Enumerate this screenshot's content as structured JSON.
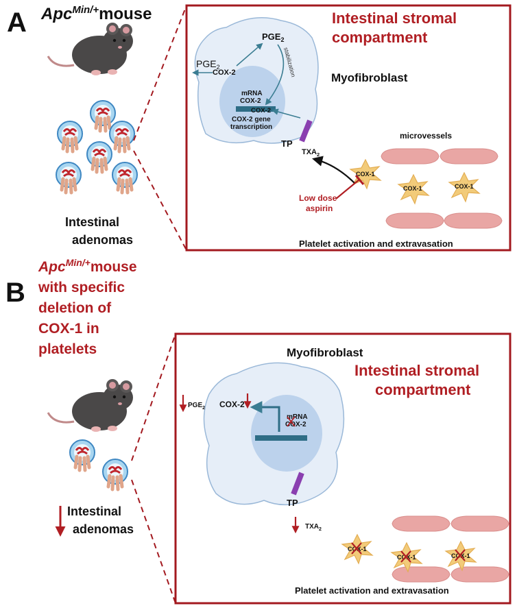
{
  "panel_a": {
    "letter": "A",
    "mouse_title_italic": "Apc",
    "mouse_title_sup": "Min/+",
    "mouse_title_rest": "mouse",
    "adenomas_label_line1": "Intestinal",
    "adenomas_label_line2": "adenomas",
    "compartment_title_line1": "Intestinal stromal",
    "compartment_title_line2": "compartment",
    "myofibroblast": "Myofibroblast",
    "pge2_top": "PGE",
    "pge2_top_sub": "2",
    "pge2_left": "PGE",
    "pge2_left_sub": "2",
    "cox2_protein": "COX-2",
    "stabilization": "stabilization",
    "mrna": "mRNA",
    "mrna_cox2": "COX-2",
    "cox2_on_gene": "COX-2",
    "gene_line1": "COX-2 gene",
    "gene_line2": "transcription",
    "tp": "TP",
    "txa2": "TXA",
    "txa2_sub": "2",
    "microvessels": "microvessels",
    "cox1_a": "COX-1",
    "cox1_b": "COX-1",
    "cox1_c": "COX-1",
    "aspirin_line1": "Low dose",
    "aspirin_line2": "aspirin",
    "caption": "Platelet activation and extravasation"
  },
  "panel_b": {
    "letter": "B",
    "title_italic": "Apc",
    "title_sup": "Min/+",
    "title_line1_rest": "mouse",
    "title_line2": "with specific",
    "title_line3": "deletion of",
    "title_line4": "COX-1 in",
    "title_line5": "platelets",
    "adenomas_label_line1": "Intestinal",
    "adenomas_label_line2": "adenomas",
    "myofibroblast": "Myofibroblast",
    "compartment_title_line1": "Intestinal stromal",
    "compartment_title_line2": "compartment",
    "pge2": "PGE",
    "pge2_sub": "2",
    "cox2_protein": "COX-2",
    "mrna": "mRNA",
    "mrna_cox2": "COX-2",
    "tp": "TP",
    "txa2": "TXA",
    "txa2_sub": "2",
    "cox1_a": "COX-1",
    "cox1_b": "COX-1",
    "cox1_c": "COX-1",
    "caption": "Platelet activation and extravasation"
  },
  "colors": {
    "accent_red": "#b01e23",
    "frame_red": "#a3191f",
    "arrow_teal": "#3b7d92",
    "cell_fill": "#e6eef8",
    "cell_stroke": "#9ab8d8",
    "nucleus": "#bcd2ec",
    "gene_bar": "#2e6d86",
    "receptor": "#8a3fb0",
    "platelet": "#f2cb7a",
    "vessel": "#e9a6a4",
    "mouse": "#4a4848"
  }
}
